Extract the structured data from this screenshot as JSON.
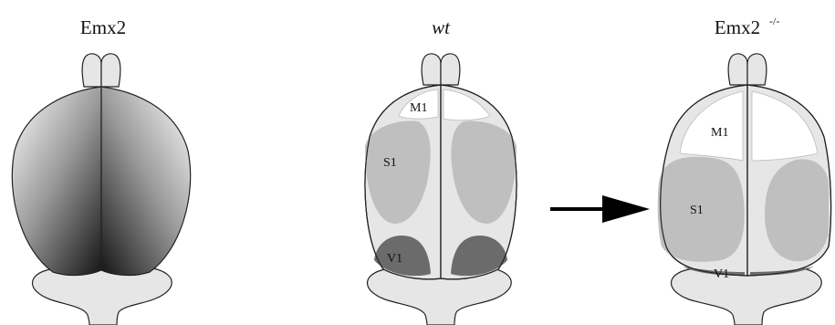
{
  "panels": [
    {
      "title": "Emx2",
      "title_style": "normal",
      "superscript": ""
    },
    {
      "title": "wt",
      "title_style": "italic",
      "superscript": ""
    },
    {
      "title": "Emx2",
      "title_style": "normal",
      "superscript": "-/-"
    }
  ],
  "regions": {
    "wt": {
      "m1": "M1",
      "s1": "S1",
      "v1": "V1"
    },
    "mutant": {
      "m1": "M1",
      "s1": "S1",
      "v1": "V1"
    }
  },
  "colors": {
    "brain_fill": "#e6e6e6",
    "m1_fill": "#ffffff",
    "s1_fill": "#bfbfbf",
    "v1_fill": "#6b6b6b",
    "gradient_dark": "#000000",
    "gradient_light": "#ffffff",
    "arrow": "#000000"
  }
}
